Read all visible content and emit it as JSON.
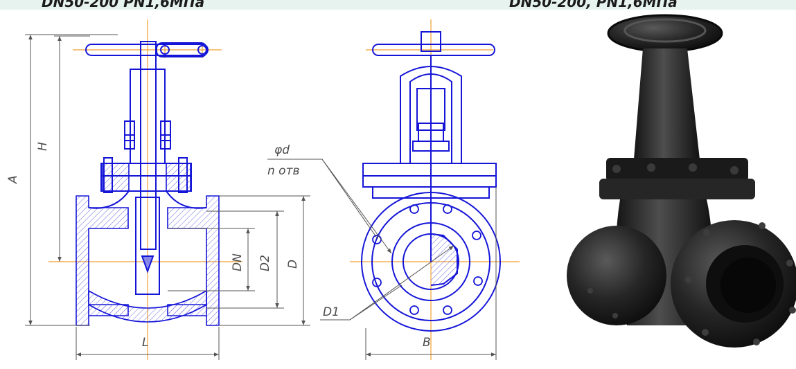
{
  "header": {
    "left_text": "DN50-200  PN1,6МПа",
    "right_text": "DN50-200, PN1,6МПа"
  },
  "labels": {
    "A": "A",
    "H": "H",
    "L": "L",
    "DN": "DN",
    "D2": "D2",
    "D": "D",
    "phi_d": "φd",
    "n_holes": "n отв",
    "D1": "D1",
    "B": "B"
  },
  "colors": {
    "outline": "#1515d8",
    "center_line": "#f0a030",
    "dimension": "#555555",
    "hatch": "#6a6ae0",
    "cast_iron": "#1c1c1c",
    "strip": "#e6f3ef"
  }
}
